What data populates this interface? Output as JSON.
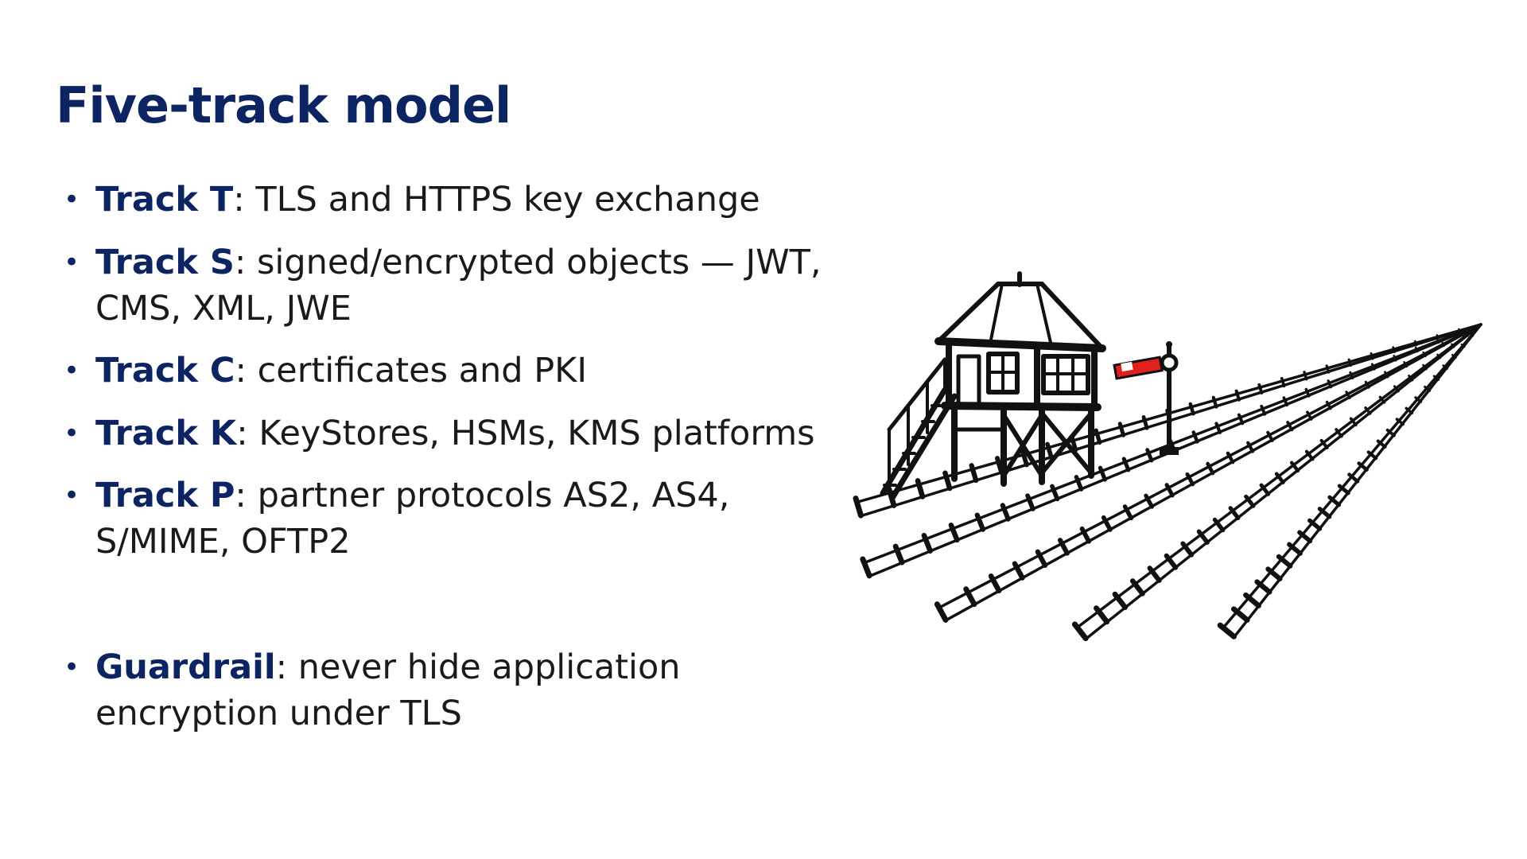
{
  "slide": {
    "title": "Five-track model",
    "bullets": [
      {
        "key": "Track T",
        "sep": ":",
        "text": " TLS and HTTPS key exchange"
      },
      {
        "key": "Track S",
        "sep": ":",
        "text": " signed/encrypted objects — JWT, CMS, XML, JWE"
      },
      {
        "key": "Track C",
        "sep": ":",
        "text": " certificates and PKI"
      },
      {
        "key": "Track K",
        "sep": ":",
        "text": " KeyStores, HSMs, KMS platforms"
      },
      {
        "key": "Track P",
        "sep": ":",
        "text": " partner protocols AS2, AS4, S/MIME, OFTP2"
      }
    ],
    "guardrail": {
      "key": "Guardrail",
      "sep": ":",
      "text": " never hide application encryption under TLS"
    }
  },
  "illustration": {
    "subject": "signal-box-with-five-railway-tracks",
    "signal_color": "#e0201c",
    "ink_color": "#111111",
    "accent_color": "#0c2461"
  }
}
